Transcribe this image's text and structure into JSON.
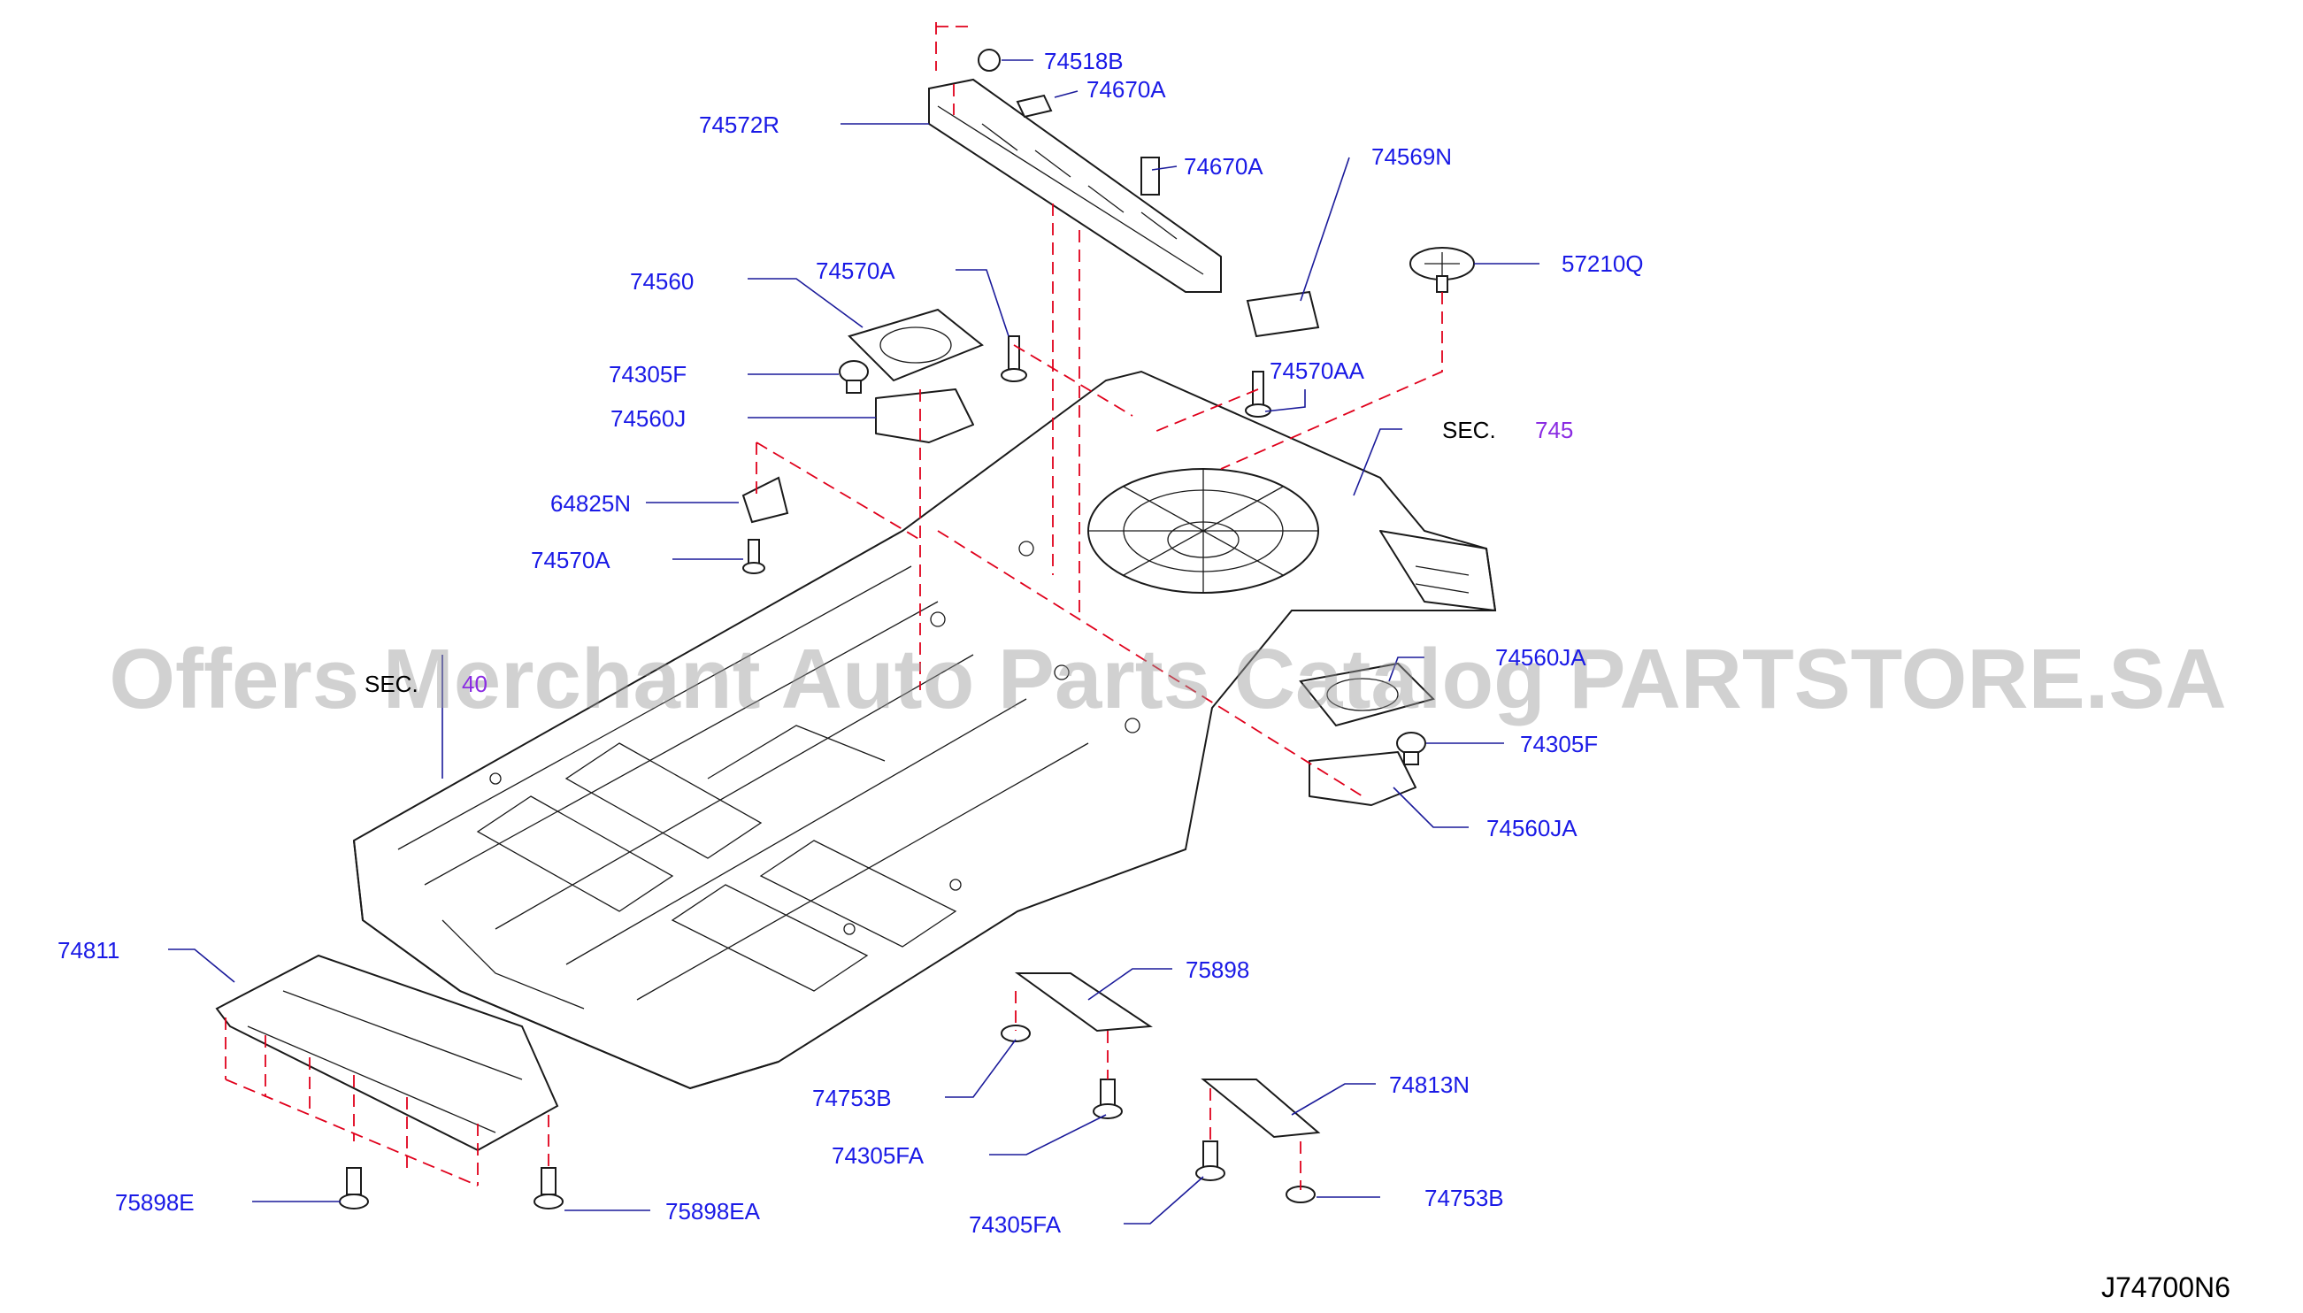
{
  "diagram": {
    "code": "J74700N6",
    "watermark": "Offers Merchant Auto Parts Catalog PARTSTORE.SA",
    "section_refs": [
      {
        "prefix": "SEC.",
        "number": "745"
      },
      {
        "prefix": "SEC.",
        "number": "40"
      }
    ],
    "callouts": [
      {
        "id": "74518B"
      },
      {
        "id": "74670A"
      },
      {
        "id": "74572R"
      },
      {
        "id": "74670A"
      },
      {
        "id": "74569N"
      },
      {
        "id": "74560"
      },
      {
        "id": "74570A"
      },
      {
        "id": "57210Q"
      },
      {
        "id": "74305F"
      },
      {
        "id": "74570AA"
      },
      {
        "id": "74560J"
      },
      {
        "id": "64825N"
      },
      {
        "id": "74570A"
      },
      {
        "id": "74560JA"
      },
      {
        "id": "74305F"
      },
      {
        "id": "74560JA"
      },
      {
        "id": "74811"
      },
      {
        "id": "75898"
      },
      {
        "id": "74753B"
      },
      {
        "id": "74813N"
      },
      {
        "id": "74305FA"
      },
      {
        "id": "74753B"
      },
      {
        "id": "75898E"
      },
      {
        "id": "75898EA"
      },
      {
        "id": "74305FA"
      }
    ],
    "colors": {
      "callout_text": "#1a1ae6",
      "leader_line": "#1a1a9a",
      "dashed_guide": "#e0001b",
      "section_number": "#8a2be2",
      "part_outline": "#1a1a1a"
    }
  }
}
